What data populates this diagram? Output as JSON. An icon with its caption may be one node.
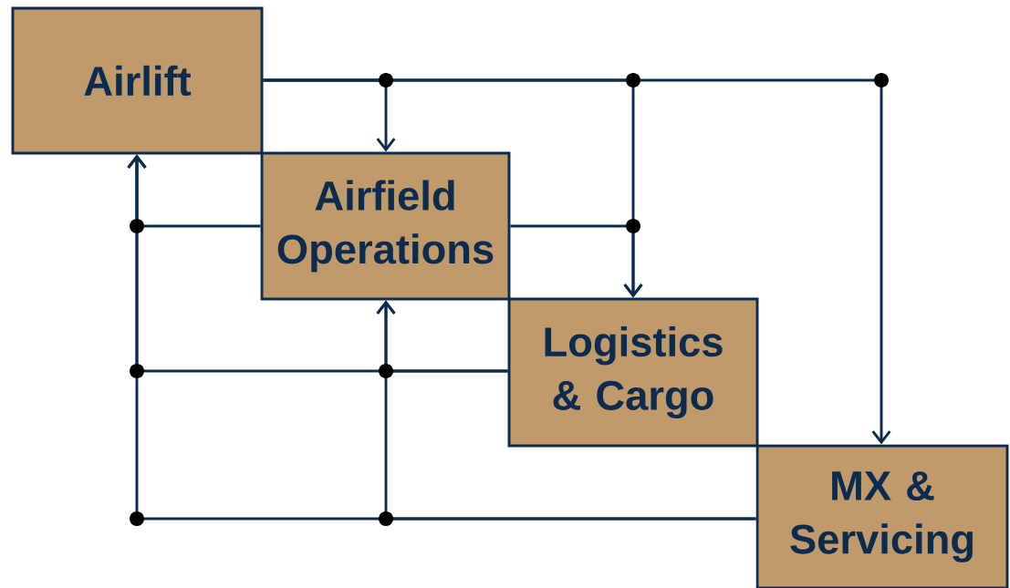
{
  "diagram": {
    "nodes": [
      {
        "text": [
          "Airlift"
        ]
      },
      {
        "text": [
          "Airfield Operations"
        ]
      },
      {
        "text": [
          "Logistics & Cargo"
        ]
      },
      {
        "text": [
          "MX & Servicing"
        ]
      }
    ],
    "edges": [
      {
        "from": 0,
        "to": 1,
        "arrow": "to"
      },
      {
        "from": 0,
        "to": 2,
        "arrow": "to"
      },
      {
        "from": 0,
        "to": 3,
        "arrow": "to"
      },
      {
        "from": 1,
        "to": 2,
        "arrow": "to"
      },
      {
        "from": 1,
        "to": 0,
        "arrow": "to"
      },
      {
        "from": 2,
        "to": 1,
        "arrow": "to"
      },
      {
        "from": 2,
        "to": 0,
        "arrow": "to"
      },
      {
        "from": 3,
        "to": 1,
        "arrow": "to"
      },
      {
        "from": 3,
        "to": 0,
        "arrow": "to"
      }
    ]
  }
}
